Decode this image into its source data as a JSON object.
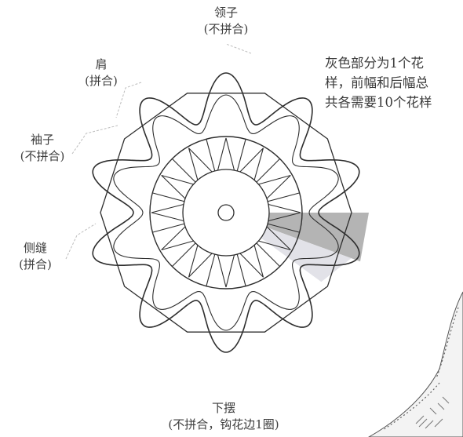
{
  "labels": {
    "collar": {
      "name": "领子",
      "note": "(不拼合)"
    },
    "shoulder": {
      "name": "肩",
      "note": "(拼合)"
    },
    "sleeve": {
      "name": "袖子",
      "note": "(不拼合)"
    },
    "side_seam": {
      "name": "侧缝",
      "note": "(拼合)"
    },
    "hem": {
      "name": "下摆",
      "note": "(不拼合，钩花边1圈)"
    }
  },
  "note_lines": [
    "灰色部分为1个花",
    "样，前幅和后幅总",
    "共各需要10个花样"
  ],
  "colors": {
    "line": "#2e2e2e",
    "highlight_gray": "#b4b4b4",
    "highlight_light": "#e2e2e8",
    "text": "#3a3a3a"
  }
}
